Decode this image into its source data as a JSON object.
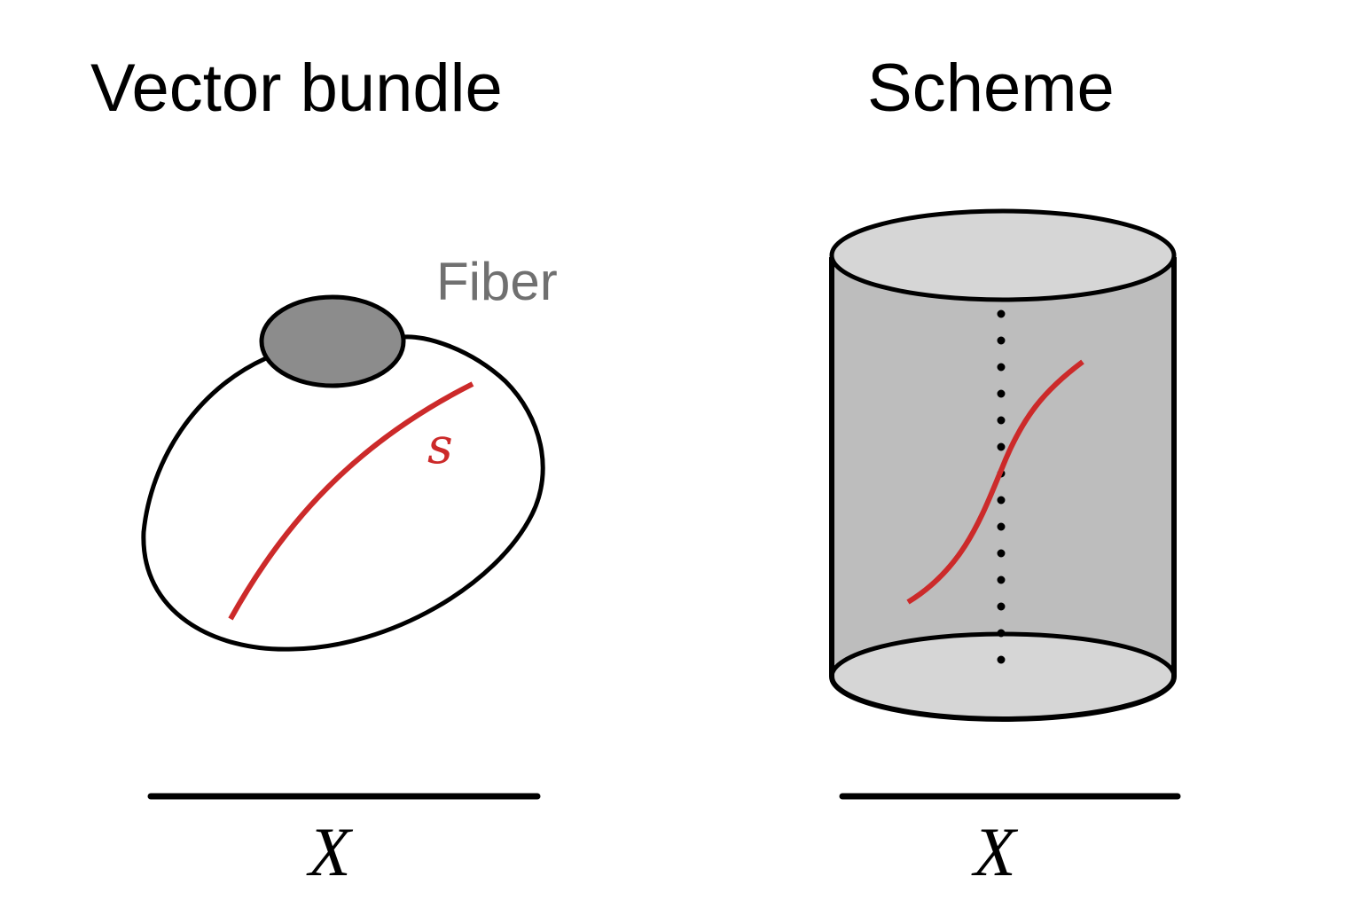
{
  "vector_bundle": {
    "title": "Vector bundle",
    "fiber_label": "Fiber",
    "section_label": "s",
    "base_label": "X"
  },
  "scheme": {
    "title": "Scheme",
    "base_label": "X"
  },
  "colors": {
    "outline": "#000000",
    "section": "#cc2a2a",
    "fiber_fill": "#8c8c8c",
    "fiber_label": "#707070",
    "cylinder_body": "#bdbdbd",
    "cylinder_caps": "#d6d6d6"
  }
}
